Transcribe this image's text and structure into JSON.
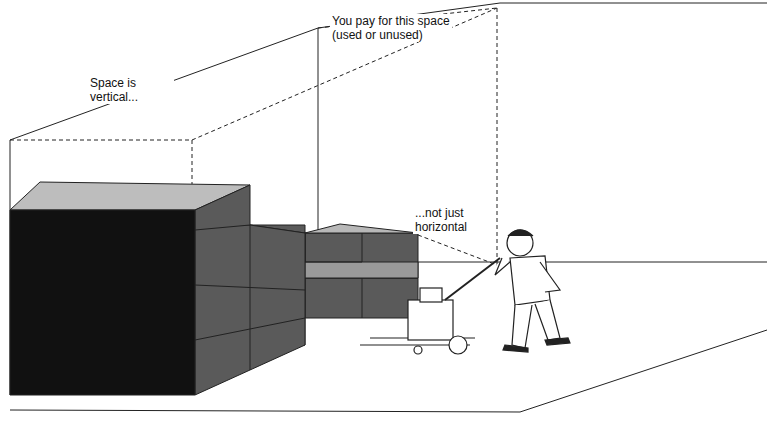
{
  "diagram": {
    "labels": [
      "Space is vertical...",
      "You pay for this space (used or unused)",
      "...not just horizontal"
    ]
  }
}
